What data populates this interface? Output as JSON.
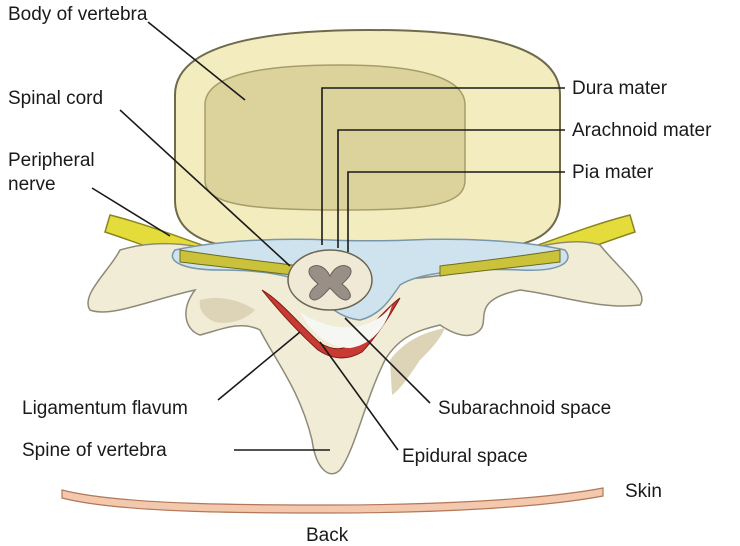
{
  "labels": {
    "body_of_vertebra": "Body of vertebra",
    "spinal_cord": "Spinal cord",
    "peripheral_nerve_line1": "Peripheral",
    "peripheral_nerve_line2": "nerve",
    "dura_mater": "Dura mater",
    "arachnoid_mater": "Arachnoid mater",
    "pia_mater": "Pia mater",
    "ligamentum_flavum": "Ligamentum flavum",
    "spine_of_vertebra": "Spine of vertebra",
    "subarachnoid_space": "Subarachnoid space",
    "epidural_space": "Epidural space",
    "skin": "Skin",
    "back": "Back"
  },
  "colors": {
    "bone": "#f1ecd6",
    "bone_shadow": "#ddd3b6",
    "vertebral_body": "#f2ecbf",
    "vertebral_body_inner": "#dcd29c",
    "nerve": "#e4dc3a",
    "ligament": "#c83a32",
    "cord": "#efe9d6",
    "gray_matter": "#9a8f86",
    "meninges": "#cfe3ef",
    "skin": "#f3c8ad"
  }
}
